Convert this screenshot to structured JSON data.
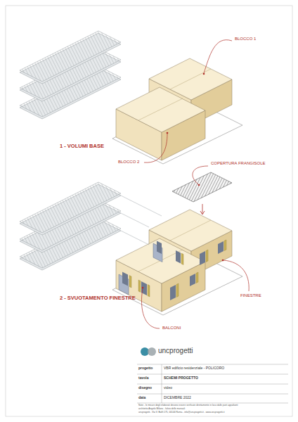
{
  "diagram": {
    "labels": [
      "BLOCCO 1",
      "1 - VOLUMI BASE",
      "BLOCCO 2",
      "COPERTURA FRANGISOLE",
      "2 - SVUOTAMENTO FINESTRE",
      "FINESTRE",
      "BALCONI",
      "uncprogetti",
      "progetto",
      "VBR edificio residenziale - POLICORO",
      "tavola",
      "SCHEMI PROGETTO",
      "disegno",
      "video",
      "data",
      "DICEMBRE 2022",
      "Note - le misure degli elaborati devono essere verificate direttamente in loco dalle parti appaltanti",
      "architetto Angelo Milano - fulvio delle manuali",
      "uncprogetti - Via V. Baffi 175, 00144 Roma - info@uncprogetti.it - www.uncprogetti.it"
    ]
  }
}
